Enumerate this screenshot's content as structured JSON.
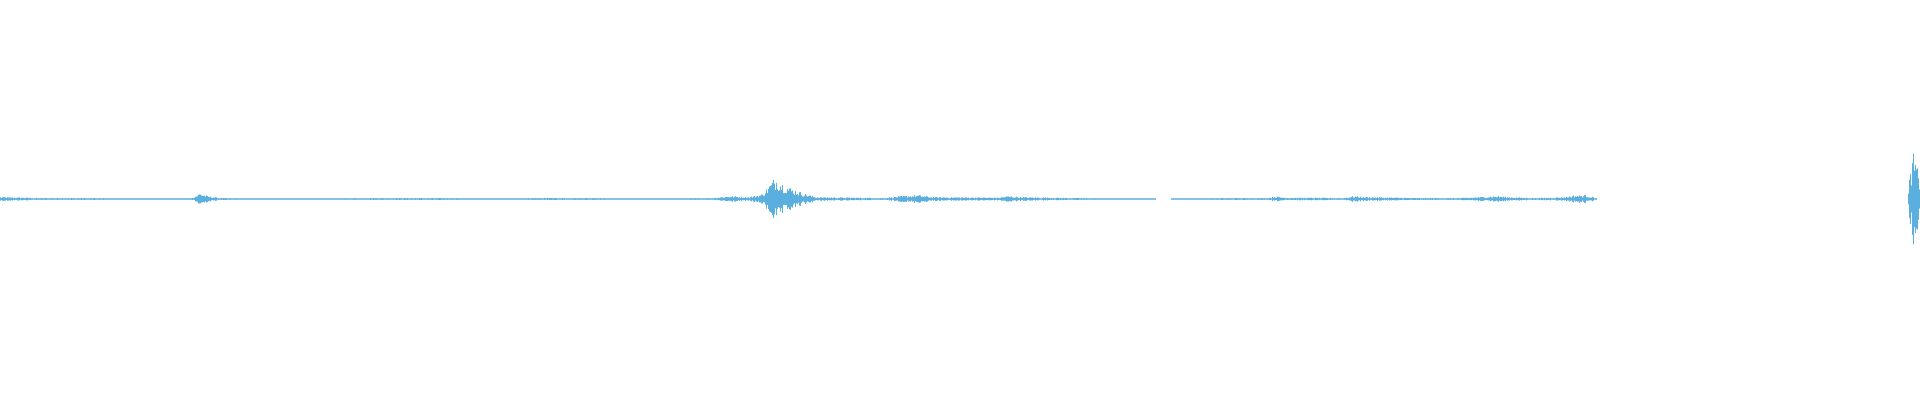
{
  "waveform": {
    "color": "#5aafde",
    "background": "#ffffff",
    "amplitude_profile": [
      [
        0.0,
        0.004
      ],
      [
        0.012,
        0.003
      ],
      [
        0.02,
        0.002
      ],
      [
        0.045,
        0.002
      ],
      [
        0.07,
        0.001
      ],
      [
        0.08,
        0.0
      ],
      [
        0.086,
        0.001
      ],
      [
        0.1,
        0.002
      ],
      [
        0.104,
        0.012
      ],
      [
        0.108,
        0.006
      ],
      [
        0.115,
        0.002
      ],
      [
        0.14,
        0.001
      ],
      [
        0.148,
        0.0
      ],
      [
        0.16,
        0.001
      ],
      [
        0.19,
        0.002
      ],
      [
        0.23,
        0.002
      ],
      [
        0.26,
        0.001
      ],
      [
        0.28,
        0.002
      ],
      [
        0.3,
        0.002
      ],
      [
        0.34,
        0.001
      ],
      [
        0.37,
        0.002
      ],
      [
        0.38,
        0.006
      ],
      [
        0.39,
        0.004
      ],
      [
        0.397,
        0.01
      ],
      [
        0.404,
        0.045
      ],
      [
        0.408,
        0.03
      ],
      [
        0.413,
        0.02
      ],
      [
        0.418,
        0.012
      ],
      [
        0.425,
        0.004
      ],
      [
        0.46,
        0.002
      ],
      [
        0.47,
        0.006
      ],
      [
        0.478,
        0.008
      ],
      [
        0.486,
        0.004
      ],
      [
        0.52,
        0.003
      ],
      [
        0.525,
        0.006
      ],
      [
        0.532,
        0.004
      ],
      [
        0.56,
        0.002
      ],
      [
        0.6,
        0.001
      ],
      [
        0.602,
        0.0
      ],
      [
        0.61,
        0.0
      ],
      [
        0.612,
        0.001
      ],
      [
        0.64,
        0.002
      ],
      [
        0.66,
        0.002
      ],
      [
        0.664,
        0.005
      ],
      [
        0.67,
        0.003
      ],
      [
        0.7,
        0.002
      ],
      [
        0.705,
        0.006
      ],
      [
        0.712,
        0.004
      ],
      [
        0.74,
        0.002
      ],
      [
        0.76,
        0.002
      ],
      [
        0.766,
        0.003
      ],
      [
        0.78,
        0.006
      ],
      [
        0.786,
        0.004
      ],
      [
        0.8,
        0.002
      ],
      [
        0.815,
        0.004
      ],
      [
        0.82,
        0.007
      ],
      [
        0.826,
        0.008
      ],
      [
        0.831,
        0.003
      ],
      [
        0.832,
        0.0
      ],
      [
        0.994,
        0.0
      ],
      [
        0.995,
        0.05
      ],
      [
        0.997,
        0.09
      ],
      [
        0.999,
        0.06
      ],
      [
        1.0,
        0.04
      ]
    ]
  }
}
